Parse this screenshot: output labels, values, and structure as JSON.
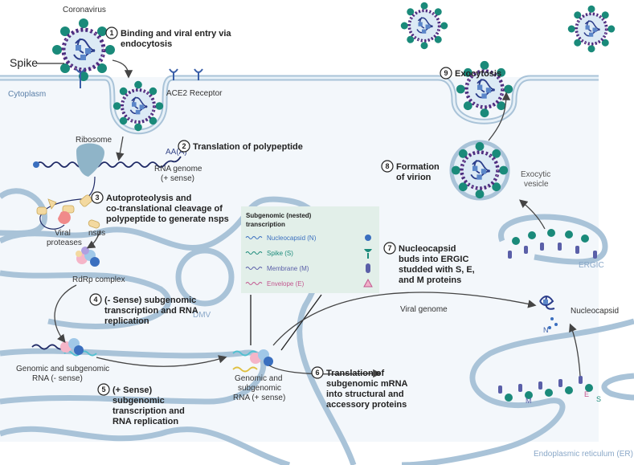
{
  "labels": {
    "coronavirus": "Coronavirus",
    "spike": "Spike",
    "cytoplasm": "Cytoplasm",
    "ace2": "ACE2 Receptor",
    "ribosome": "Ribosome",
    "polya": "AA(A)",
    "rna_genome_1": "RNA genome",
    "rna_genome_2": "(+ sense)",
    "viral_proteases_1": "Viral",
    "viral_proteases_2": "proteases",
    "nsps": "nsps",
    "rdrp": "RdRp complex",
    "dmv": "DMV",
    "genomic_neg_1": "Genomic and subgenomic",
    "genomic_neg_2": "RNA (- sense)",
    "genomic_pos_1": "Genomic and",
    "genomic_pos_2": "subgenomic",
    "genomic_pos_3": "RNA (+ sense)",
    "viral_genome": "Viral genome",
    "ergic": "ERGIC",
    "nucleocapsid": "Nucleocapsid",
    "n": "N",
    "m": "M",
    "e": "E",
    "s": "S",
    "exocytic_1": "Exocytic",
    "exocytic_2": "vesicle",
    "er": "Endoplasmic reticulum (ER)"
  },
  "steps": [
    {
      "num": "1",
      "lines": [
        "Binding and viral entry via",
        "endocytosis"
      ]
    },
    {
      "num": "2",
      "lines": [
        "Translation of polypeptide"
      ]
    },
    {
      "num": "3",
      "lines": [
        "Autoproteolysis and",
        "co-translational cleavage of",
        "polypeptide to generate nsps"
      ]
    },
    {
      "num": "4",
      "lines": [
        "(- Sense) subgenomic",
        "transcription and RNA",
        "replication"
      ]
    },
    {
      "num": "5",
      "lines": [
        "(+ Sense)",
        "subgenomic",
        "transcription and",
        "RNA replication"
      ]
    },
    {
      "num": "6",
      "lines": [
        "Translation of",
        "subgenomic mRNA",
        "into structural and",
        "accessory proteins"
      ]
    },
    {
      "num": "7",
      "lines": [
        "Nucleocapsid",
        "buds into ERGIC",
        "studded with S, E,",
        "and M proteins"
      ]
    },
    {
      "num": "8",
      "lines": [
        "Formation",
        "of virion"
      ]
    },
    {
      "num": "9",
      "lines": [
        "Exocytosis"
      ]
    }
  ],
  "legend": {
    "title_1": "Subgenomic (nested)",
    "title_2": "transcription",
    "items": [
      {
        "label": "Nucleocapsid (N)",
        "color": "#3a6fbf",
        "icon": "circle"
      },
      {
        "label": "Spike (S)",
        "color": "#1a8a7a",
        "icon": "spike"
      },
      {
        "label": "Membrane (M)",
        "color": "#5a5fa8",
        "icon": "capsule"
      },
      {
        "label": "Envelope (E)",
        "color": "#c2578f",
        "icon": "triangle"
      }
    ]
  },
  "colors": {
    "cytoplasm": "#f3f7fb",
    "membrane": "#a9c3d8",
    "spike": "#1a8a7a",
    "envelope_ring": "#4b2d7f",
    "legend_bg": "#e2efe9"
  }
}
